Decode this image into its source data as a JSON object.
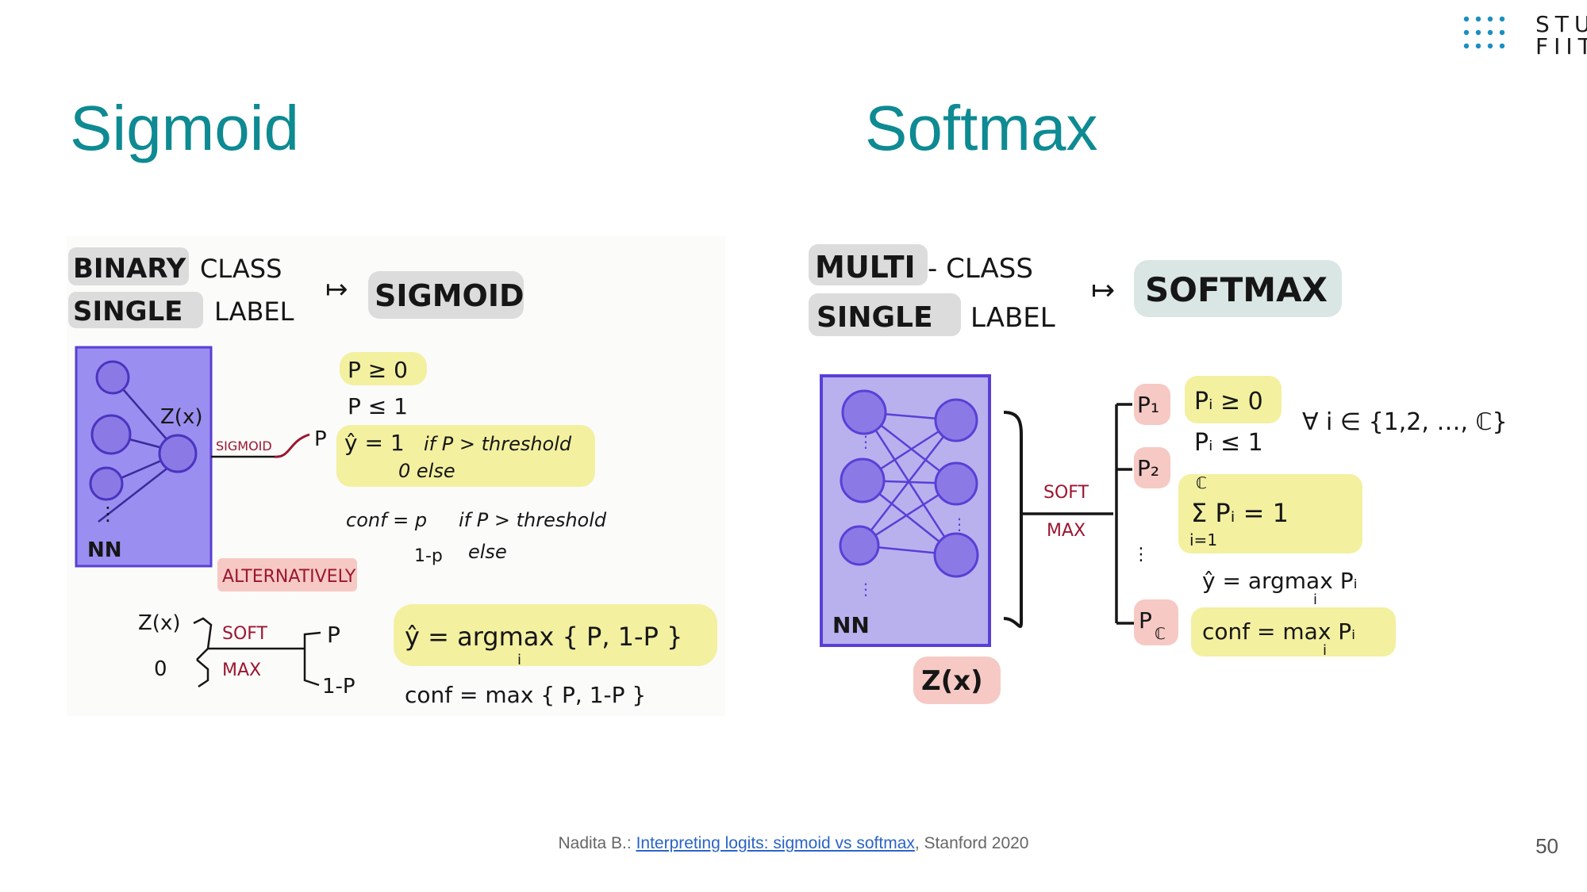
{
  "slide": {
    "left_title": "Sigmoid",
    "right_title": "Softmax",
    "page_number": "50",
    "logo": {
      "line1": "STU",
      "line2": "FIIT",
      "color": "#1a8fc0"
    },
    "caption": {
      "prefix": "Nadita B.: ",
      "link_text": "Interpreting logits: sigmoid vs softmax",
      "suffix": ", Stanford 2020"
    }
  },
  "colors": {
    "title": "#0e8a92",
    "nn_box": "#9a8ef0",
    "nn_node": "#8b7ae6",
    "highlight_yellow": "#f3f0a0",
    "highlight_red": "#f6c9c4",
    "highlight_grey": "#dcdcdc",
    "highlight_teal": "#d9e6e3",
    "dark_red": "#9b1630"
  },
  "sigmoid_sketch": {
    "binary": "BINARY",
    "class": "CLASS",
    "single": "SINGLE",
    "label": "LABEL",
    "arrow": "↦",
    "sigmoid": "SIGMOID",
    "zx": "Z(x)",
    "nn": "NN",
    "sigmoid_small": "SIGMOID",
    "p": "P",
    "p_ge": "P ≥ 0",
    "p_le": "P ≤ 1",
    "yhat1": "ŷ = 1",
    "if_thresh": "if P > threshold",
    "zero_else": "0   else",
    "conf": "conf = p",
    "if_thresh2": "if P > threshold",
    "one_minus_p": "1-p",
    "else2": "else",
    "alternatively": "ALTERNATIVELY",
    "zx2": "Z(x)",
    "zero": "0",
    "soft": "SOFT",
    "max": "MAX",
    "p_out": "P",
    "one_minus_p_out": "1-P",
    "argmax": "ŷ = argmax { P, 1-P }",
    "argmax_sub": "i",
    "conf_max": "conf = max { P, 1-P }"
  },
  "softmax_sketch": {
    "multi": "MULTI",
    "dash_class": "- CLASS",
    "single": "SINGLE",
    "label": "LABEL",
    "arrow": "↦",
    "softmax": "SOFTMAX",
    "nn": "NN",
    "zx": "Z(x)",
    "soft": "SOFT",
    "max": "MAX",
    "p1": "P₁",
    "p2": "P₂",
    "pc": "P",
    "pc_sub": "ℂ",
    "pi_ge": "Pᵢ ≥ 0",
    "pi_le": "Pᵢ ≤ 1",
    "forall": "∀ i ∈ {1,2, …, ℂ}",
    "sum_top": "ℂ",
    "sum": "Σ Pᵢ  =  1",
    "sum_bottom": "i=1",
    "yhat": "ŷ  =  argmax  Pᵢ",
    "yhat_sub": "i",
    "conf": "conf  =  max  Pᵢ",
    "conf_sub": "i"
  }
}
